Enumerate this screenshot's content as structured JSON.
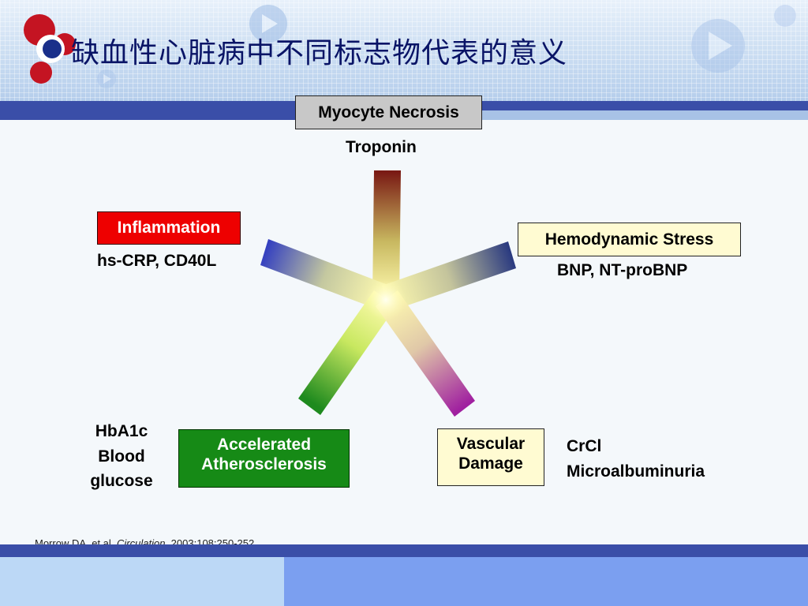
{
  "slide": {
    "title": "缺血性心脏病中不同标志物代表的意义"
  },
  "center_box": {
    "label": "Myocyte Necrosis",
    "marker": "Troponin"
  },
  "inflammation": {
    "label": "Inflammation",
    "markers": "hs-CRP, CD40L",
    "color": "#ee0000"
  },
  "hemodynamic": {
    "label": "Hemodynamic Stress",
    "markers": "BNP, NT-proBNP"
  },
  "atherosclerosis": {
    "label_line1": "Accelerated",
    "label_line2": "Atherosclerosis",
    "markers": [
      "HbA1c",
      "Blood",
      "glucose"
    ],
    "color": "#168a16"
  },
  "vascular": {
    "label_line1": "Vascular",
    "label_line2": "Damage",
    "markers": [
      "CrCl",
      "Microalbuminuria"
    ]
  },
  "citation": {
    "prefix": "Morrow DA, et al. ",
    "journal": "Circulation",
    "suffix": ". 2003;108:250-252."
  },
  "colors": {
    "band_dark": "#3a4ea8",
    "band_light": "#a8c2e6",
    "footer_left": "#bcd8f6",
    "footer_right": "#7b9ff0",
    "title_text": "#0a1466",
    "arm_top": "#7a1a14",
    "arm_left": "#3440c0",
    "arm_right": "#2a3a80",
    "arm_bottom_left": "#1e8a1e",
    "arm_bottom_right": "#a020a0",
    "center_glow": "#fffff0"
  }
}
